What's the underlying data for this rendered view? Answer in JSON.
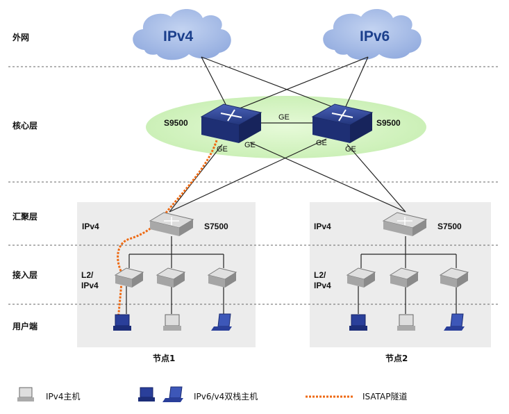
{
  "layers": {
    "external": "外网",
    "core": "核心层",
    "aggregation": "汇聚层",
    "access": "接入层",
    "user": "用户端"
  },
  "clouds": {
    "left": "IPv4",
    "right": "IPv6"
  },
  "core": {
    "left_switch": "S9500",
    "right_switch": "S9500",
    "link_label": "GE",
    "ge_left_a": "GE",
    "ge_left_b": "GE",
    "ge_right_a": "GE",
    "ge_right_b": "GE"
  },
  "node1": {
    "region": "IPv4",
    "agg_switch": "S7500",
    "access_label_line1": "L2/",
    "access_label_line2": "IPv4",
    "name": "节点1"
  },
  "node2": {
    "region": "IPv4",
    "agg_switch": "S7500",
    "access_label_line1": "L2/",
    "access_label_line2": "IPv4",
    "name": "节点2"
  },
  "legend": {
    "ipv4_host": "IPv4主机",
    "dual_stack_host": "IPv6/v4双栈主机",
    "isatap": "ISATAP隧道"
  },
  "colors": {
    "cloud": "#9fb6e3",
    "core_ellipse": "#d9f5c9",
    "core_switch": "#2b3f8f",
    "panel": "#ececec",
    "isatap": "#ee6a13"
  }
}
